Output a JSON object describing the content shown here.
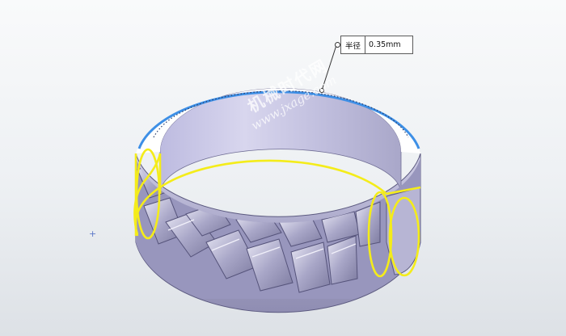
{
  "dimension": {
    "label": "半径",
    "value": "0.35mm"
  },
  "watermark": {
    "chinese": "机械时代网",
    "url": "www.jxage.com"
  },
  "cursor": {
    "symbol": "+"
  },
  "colors": {
    "selection_yellow": "#f4ec1a",
    "edge_highlight_blue": "#3d8fe6",
    "ring_metal": "#b9b6d6",
    "background": "#f3f5f7"
  }
}
